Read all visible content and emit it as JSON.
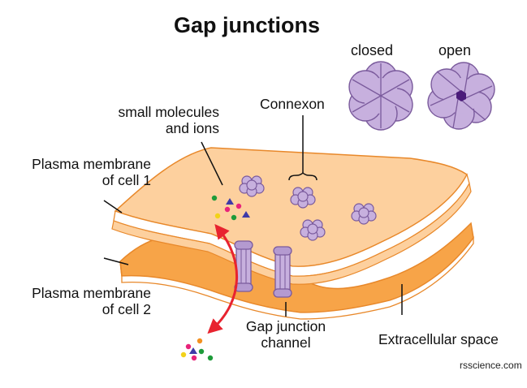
{
  "title": "Gap junctions",
  "states": {
    "closed": "closed",
    "open": "open"
  },
  "labels": {
    "connexon": "Connexon",
    "small_molecules_line1": "small molecules",
    "small_molecules_line2": "and ions",
    "membrane1_line1": "Plasma membrane",
    "membrane1_line2": "of cell 1",
    "membrane2_line1": "Plasma membrane",
    "membrane2_line2": "of cell 2",
    "channel_line1": "Gap junction",
    "channel_line2": "channel",
    "extracellular": "Extracellular space"
  },
  "watermark": "rsscience.com",
  "colors": {
    "membrane_light": "#fdd09e",
    "membrane_dark": "#f7a448",
    "membrane_outline": "#e8882a",
    "connexin": "#c7b0de",
    "connexin_outline": "#7a5a9c",
    "pore": "#4b1c7a",
    "arrow": "#e8232f"
  }
}
